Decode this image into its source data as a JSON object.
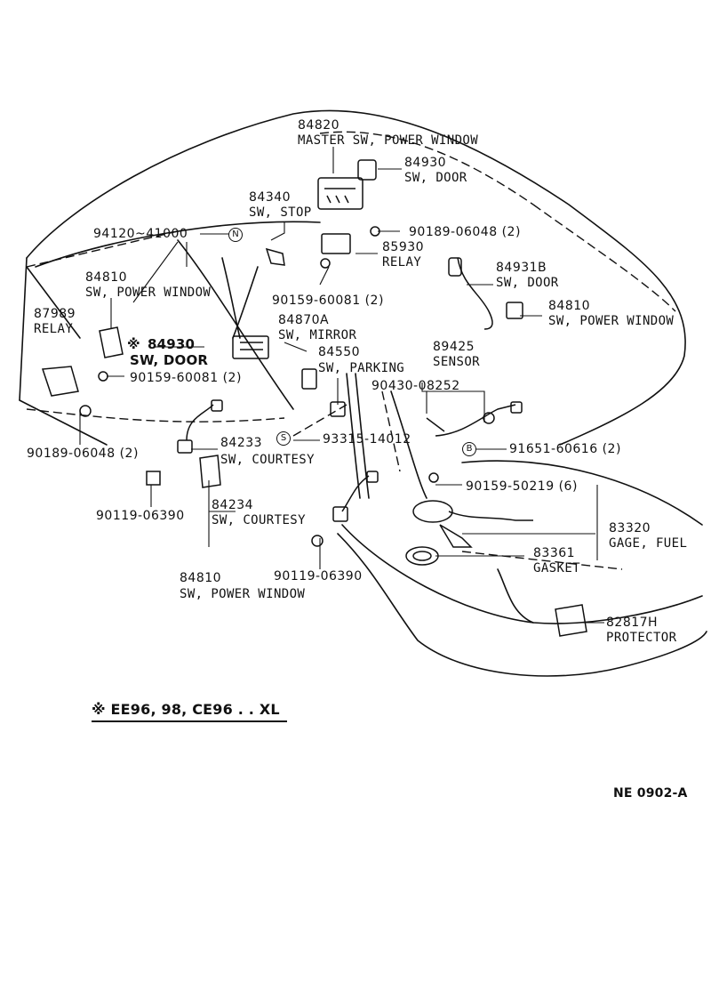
{
  "parts": {
    "p84820": {
      "number": "84820",
      "name": "MASTER SW, POWER WINDOW"
    },
    "p84930_top": {
      "number": "84930",
      "name": "SW, DOOR"
    },
    "p84340": {
      "number": "84340",
      "name": "SW, STOP"
    },
    "p94120": {
      "number": "94120~41000"
    },
    "p90189_top": {
      "number": "90189-06048 (2)"
    },
    "p85930": {
      "number": "85930",
      "name": "RELAY"
    },
    "p84810_left": {
      "number": "84810",
      "name": "SW, POWER WINDOW"
    },
    "p90159_top": {
      "number": "90159-60081 (2)"
    },
    "p84931b": {
      "number": "84931B",
      "name": "SW, DOOR"
    },
    "p84810_right": {
      "number": "84810",
      "name": "SW, POWER WINDOW"
    },
    "p87989": {
      "number": "87989",
      "name": "RELAY"
    },
    "p84930_mid": {
      "marker": "※",
      "number": "84930",
      "name": "SW, DOOR"
    },
    "p84870a": {
      "number": "84870A",
      "name": "SW, MIRROR"
    },
    "p84550": {
      "number": "84550",
      "name": "SW, PARKING"
    },
    "p89425": {
      "number": "89425",
      "name": "SENSOR"
    },
    "p90159_mid": {
      "number": "90159-60081 (2)"
    },
    "p90430": {
      "number": "90430-08252"
    },
    "p84233": {
      "number": "84233",
      "name": "SW, COURTESY"
    },
    "p93315": {
      "number": "93315-14012"
    },
    "p90189_bottom": {
      "number": "90189-06048 (2)"
    },
    "p91651": {
      "number": "91651-60616 (2)"
    },
    "p90159_50219": {
      "number": "90159-50219 (6)"
    },
    "p90119_left": {
      "number": "90119-06390"
    },
    "p84234": {
      "number": "84234",
      "name": "SW, COURTESY"
    },
    "p83320": {
      "number": "83320",
      "name": "GAGE, FUEL"
    },
    "p83361": {
      "number": "83361",
      "name": "GASKET"
    },
    "p90119_bottom": {
      "number": "90119-06390"
    },
    "p84810_bottom": {
      "number": "84810",
      "name": "SW, POWER WINDOW"
    },
    "p82817h": {
      "number": "82817H",
      "name": "PROTECTOR"
    }
  },
  "callouts": {
    "n": "N",
    "s": "S",
    "b": "B"
  },
  "footnote": "※ EE96, 98, CE96 . . XL",
  "diagram_code": "NE 0902-A"
}
